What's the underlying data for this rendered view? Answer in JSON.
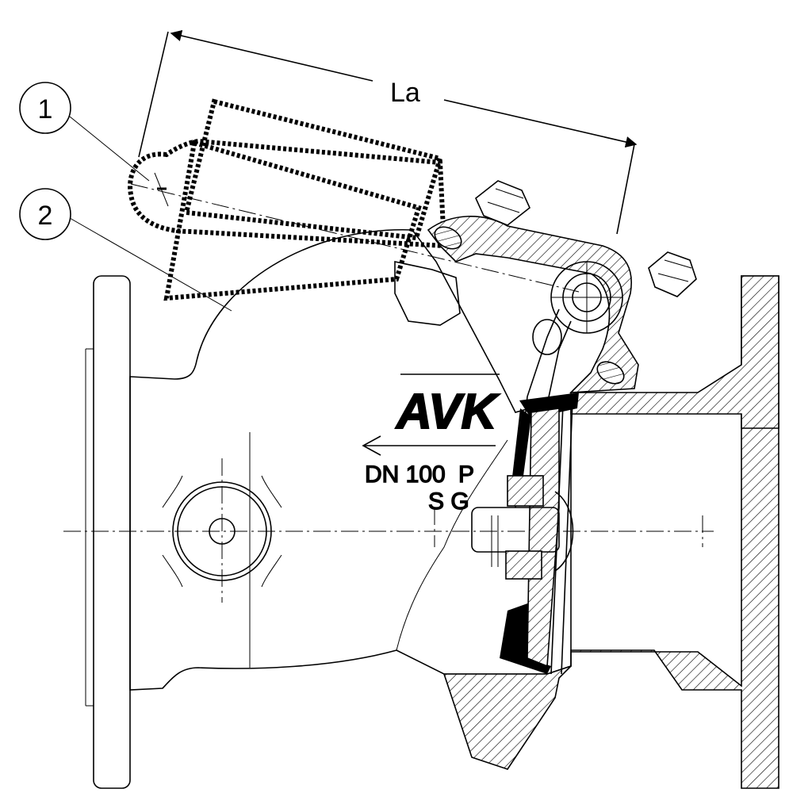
{
  "dimension": {
    "label": "La"
  },
  "callouts": [
    {
      "number": "1"
    },
    {
      "number": "2"
    }
  ],
  "body_markings": {
    "brand": "AVK",
    "size": "DN 100",
    "pressure": "P",
    "material": "S G"
  }
}
